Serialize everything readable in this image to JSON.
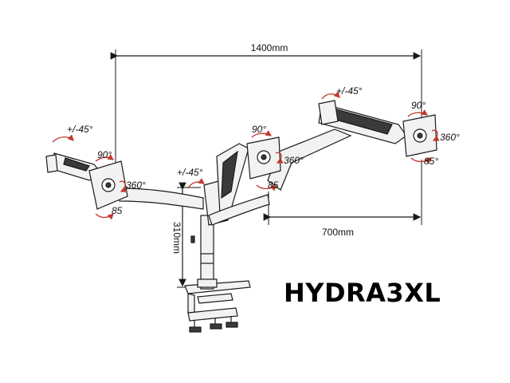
{
  "model": {
    "name": "HYDRA3XL"
  },
  "dimensions": {
    "total_width": "1400mm",
    "arm_span": "700mm",
    "pole_height": "310mm"
  },
  "angles": {
    "left": {
      "tilt": "+/-45°",
      "pan": "90°",
      "rotate": "360°",
      "swivel": "85"
    },
    "center": {
      "tilt": "+/-45°",
      "pan": "90°",
      "rotate": "360°",
      "swivel": "85"
    },
    "right": {
      "tilt": "+/-45°",
      "pan": "90°",
      "rotate": "360°",
      "swivel": "85°"
    }
  },
  "colors": {
    "line": "#1a1a1a",
    "arrow": "#c0392b",
    "arm_fill": "#f2f2f2",
    "dark_fill": "#3a3a3a"
  }
}
